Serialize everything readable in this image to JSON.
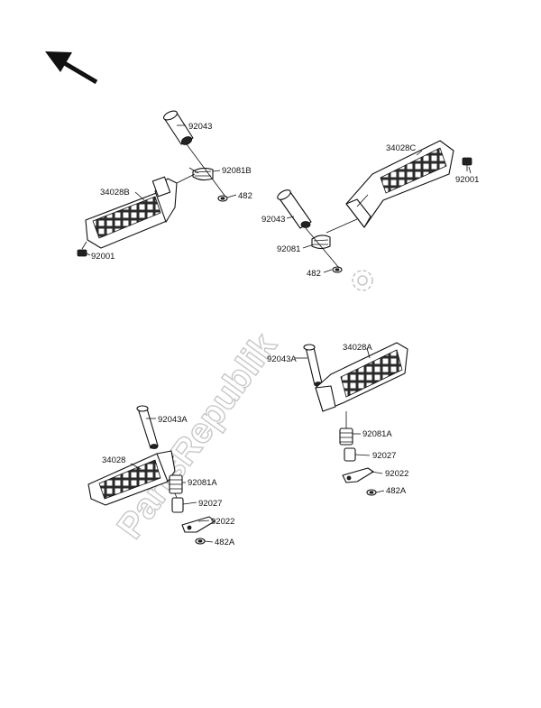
{
  "watermark": {
    "text": "PartsRepublik"
  },
  "colors": {
    "ink": "#111111",
    "watermark": "#c8c8c8",
    "background": "#ffffff"
  },
  "labels": {
    "p92043_top": "92043",
    "p92081b": "92081B",
    "p482_top": "482",
    "p34028b": "34028B",
    "p92001_left": "92001",
    "p34028c": "34028C",
    "p92001_right": "92001",
    "p92043_mid": "92043",
    "p92081": "92081",
    "p482_mid": "482",
    "p92043a_right": "92043A",
    "p34028a": "34028A",
    "p92081a_right": "92081A",
    "p92027_right": "92027",
    "p92022_right": "92022",
    "p482a_right": "482A",
    "p92043a_left": "92043A",
    "p34028": "34028",
    "p92081a_left": "92081A",
    "p92027_left": "92027",
    "p92022_left": "92022",
    "p482a_left": "482A"
  },
  "icons": {
    "direction": "arrow-icon",
    "gear": "gear-icon"
  }
}
